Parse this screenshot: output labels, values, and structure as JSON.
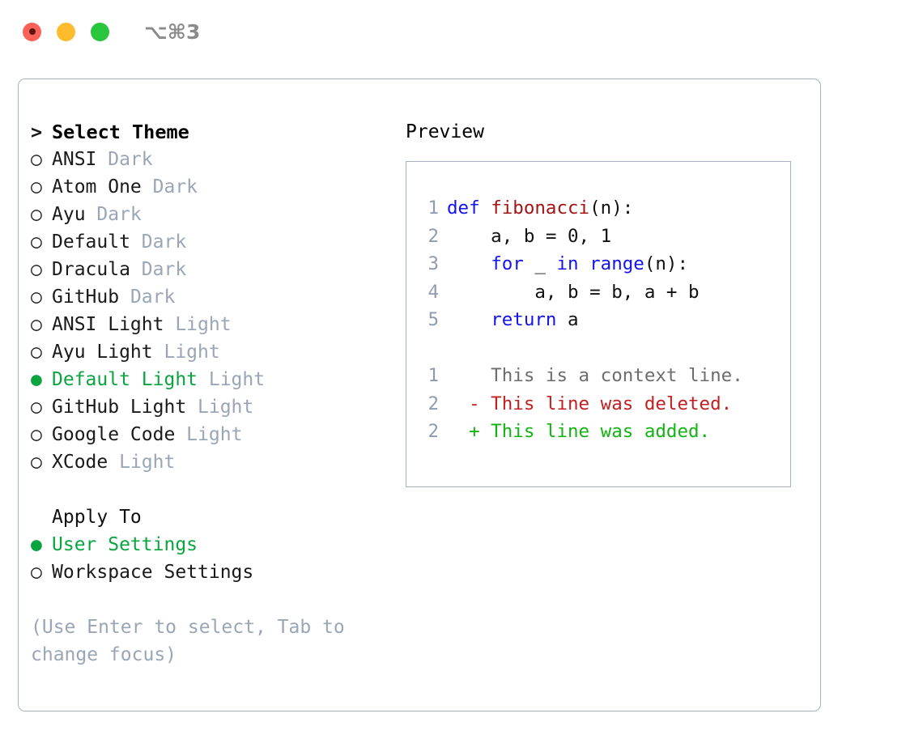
{
  "window": {
    "shortcut_label": "⌥⌘3",
    "buttons": [
      {
        "name": "close",
        "color": "#fa6158"
      },
      {
        "name": "minimize",
        "color": "#fdbc2e"
      },
      {
        "name": "maximize",
        "color": "#28c53d"
      }
    ]
  },
  "theme_list": {
    "header_marker": ">",
    "header_label": "Select Theme",
    "unselected_marker": "○",
    "selected_marker": "●",
    "selected_color": "#0aa53f",
    "kind_color": "#9aa6b6",
    "items": [
      {
        "marker": "○",
        "name": "ANSI",
        "kind": "Dark",
        "selected": false
      },
      {
        "marker": "○",
        "name": "Atom One",
        "kind": "Dark",
        "selected": false
      },
      {
        "marker": "○",
        "name": "Ayu",
        "kind": "Dark",
        "selected": false
      },
      {
        "marker": "○",
        "name": "Default",
        "kind": "Dark",
        "selected": false
      },
      {
        "marker": "○",
        "name": "Dracula",
        "kind": "Dark",
        "selected": false
      },
      {
        "marker": "○",
        "name": "GitHub",
        "kind": "Dark",
        "selected": false
      },
      {
        "marker": "○",
        "name": "ANSI Light",
        "kind": "Light",
        "selected": false
      },
      {
        "marker": "○",
        "name": "Ayu Light",
        "kind": "Light",
        "selected": false
      },
      {
        "marker": "●",
        "name": "Default Light",
        "kind": "Light",
        "selected": true
      },
      {
        "marker": "○",
        "name": "GitHub Light",
        "kind": "Light",
        "selected": false
      },
      {
        "marker": "○",
        "name": "Google Code",
        "kind": "Light",
        "selected": false
      },
      {
        "marker": "○",
        "name": "XCode",
        "kind": "Light",
        "selected": false
      }
    ]
  },
  "apply_to": {
    "label": "Apply To",
    "items": [
      {
        "marker": "●",
        "name": "User Settings",
        "selected": true
      },
      {
        "marker": "○",
        "name": "Workspace Settings",
        "selected": false
      }
    ]
  },
  "hint": {
    "line1": "(Use Enter to select, Tab to",
    "line2": "change focus)"
  },
  "preview": {
    "title": "Preview",
    "code_lines": [
      {
        "number": "1",
        "tokens": [
          {
            "text": "def ",
            "type": "kw"
          },
          {
            "text": "fibonacci",
            "type": "fn"
          },
          {
            "text": "(n):",
            "type": "plain"
          }
        ]
      },
      {
        "number": "2",
        "tokens": [
          {
            "text": "    a, b = 0, 1",
            "type": "plain"
          }
        ]
      },
      {
        "number": "3",
        "tokens": [
          {
            "text": "    ",
            "type": "plain"
          },
          {
            "text": "for",
            "type": "kw"
          },
          {
            "text": " _ ",
            "type": "plain"
          },
          {
            "text": "in ",
            "type": "kw"
          },
          {
            "text": "range",
            "type": "kw"
          },
          {
            "text": "(n):",
            "type": "plain"
          }
        ]
      },
      {
        "number": "4",
        "tokens": [
          {
            "text": "        a, b = b, a + b",
            "type": "plain"
          }
        ]
      },
      {
        "number": "5",
        "tokens": [
          {
            "text": "    ",
            "type": "plain"
          },
          {
            "text": "return",
            "type": "kw"
          },
          {
            "text": " a",
            "type": "plain"
          }
        ]
      }
    ],
    "diff_lines": [
      {
        "number": "1",
        "marker": " ",
        "text": "This is a context line.",
        "type": "context"
      },
      {
        "number": "2",
        "marker": "-",
        "text": "This line was deleted.",
        "type": "deleted"
      },
      {
        "number": "2",
        "marker": "+",
        "text": "This line was added.",
        "type": "added"
      }
    ],
    "colors": {
      "keyword": "#1414ec",
      "function": "#a21515",
      "plain": "#111111",
      "line_number": "#8f9cb0",
      "context": "#6d6d6d",
      "deleted": "#c22020",
      "added": "#12b412",
      "border": "#a6b1c0"
    }
  }
}
